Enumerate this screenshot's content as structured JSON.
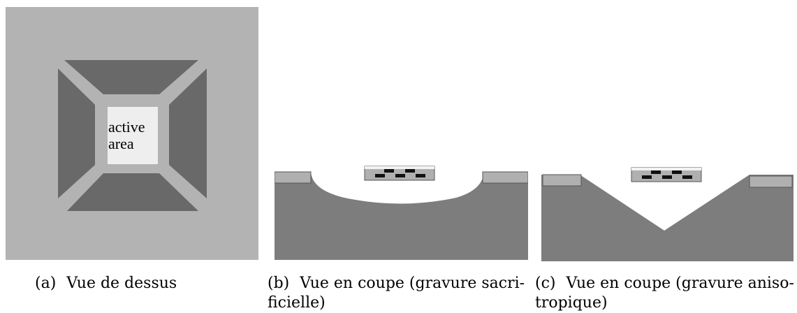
{
  "panel_a": {
    "label_line1": "active",
    "label_line2": "area",
    "caption_tag": "(a)",
    "caption_text": "Vue de dessus"
  },
  "panel_b": {
    "caption_tag": "(b)",
    "caption_text_line1": "Vue en coupe (gravure sacri-",
    "caption_text_line2": "ficielle)"
  },
  "panel_c": {
    "caption_tag": "(c)",
    "caption_text_line1": "Vue en coupe (gravure aniso-",
    "caption_text_line2": "tropique)"
  },
  "colors": {
    "background": "#b3b3b3",
    "dark_region": "#696969",
    "light_region": "#eeeeee",
    "substrate": "#7d7d7d",
    "ledge": "#b0b0b0",
    "chip_block": "#111111"
  }
}
